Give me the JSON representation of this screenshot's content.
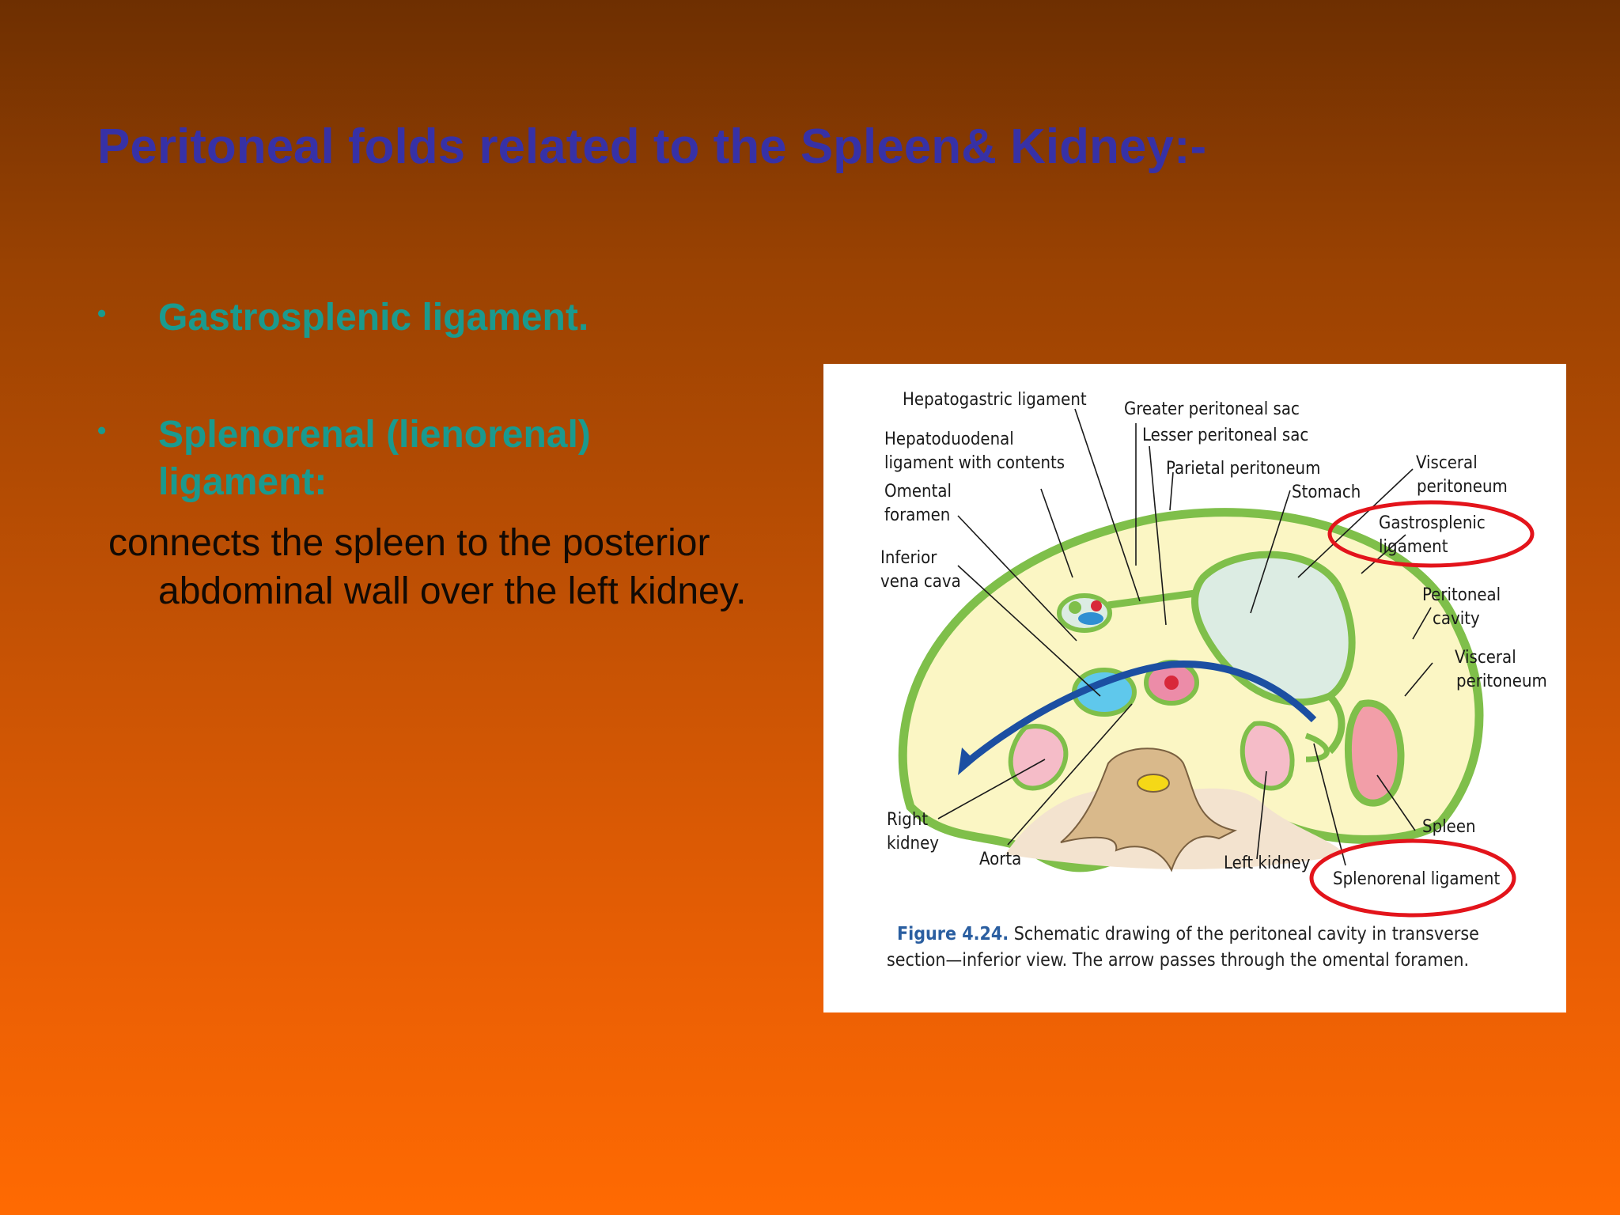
{
  "slide": {
    "title": "Peritoneal folds related to the Spleen& Kidney:-",
    "bullets": [
      "Gastrosplenic ligament.",
      "Splenorenal (lienorenal) ligament:"
    ],
    "body_text": "connects the spleen to the posterior abdominal wall over the left kidney."
  },
  "figure": {
    "labels": {
      "hepatogastric": "Hepatogastric ligament",
      "hepatoduodenal_1": "Hepatoduodenal",
      "hepatoduodenal_2": "ligament with contents",
      "omental_1": "Omental",
      "omental_2": "foramen",
      "ivc_1": "Inferior",
      "ivc_2": "vena cava",
      "greater_sac": "Greater peritoneal sac",
      "lesser_sac": "Lesser peritoneal sac",
      "parietal": "Parietal peritoneum",
      "stomach": "Stomach",
      "visceral_top_1": "Visceral",
      "visceral_top_2": "peritoneum",
      "gastrosplenic_1": "Gastrosplenic",
      "gastrosplenic_2": "ligament",
      "peritoneal_cavity_1": "Peritoneal",
      "peritoneal_cavity_2": "cavity",
      "visceral_mid_1": "Visceral",
      "visceral_mid_2": "peritoneum",
      "right_kidney_1": "Right",
      "right_kidney_2": "kidney",
      "aorta": "Aorta",
      "left_kidney": "Left kidney",
      "spleen": "Spleen",
      "splenorenal": "Splenorenal ligament"
    },
    "caption": {
      "number": "Figure 4.24.",
      "line1": " Schematic drawing of the peritoneal cavity in transverse",
      "line2": "section—inferior view. The arrow passes through the omental foramen."
    }
  },
  "colors": {
    "title": "#3731a6",
    "bullet": "#1a9a8e",
    "highlight_ellipse": "#e3141b",
    "peritoneum_green": "#7fbf4a",
    "cavity_yellow": "#fbf6c4"
  }
}
